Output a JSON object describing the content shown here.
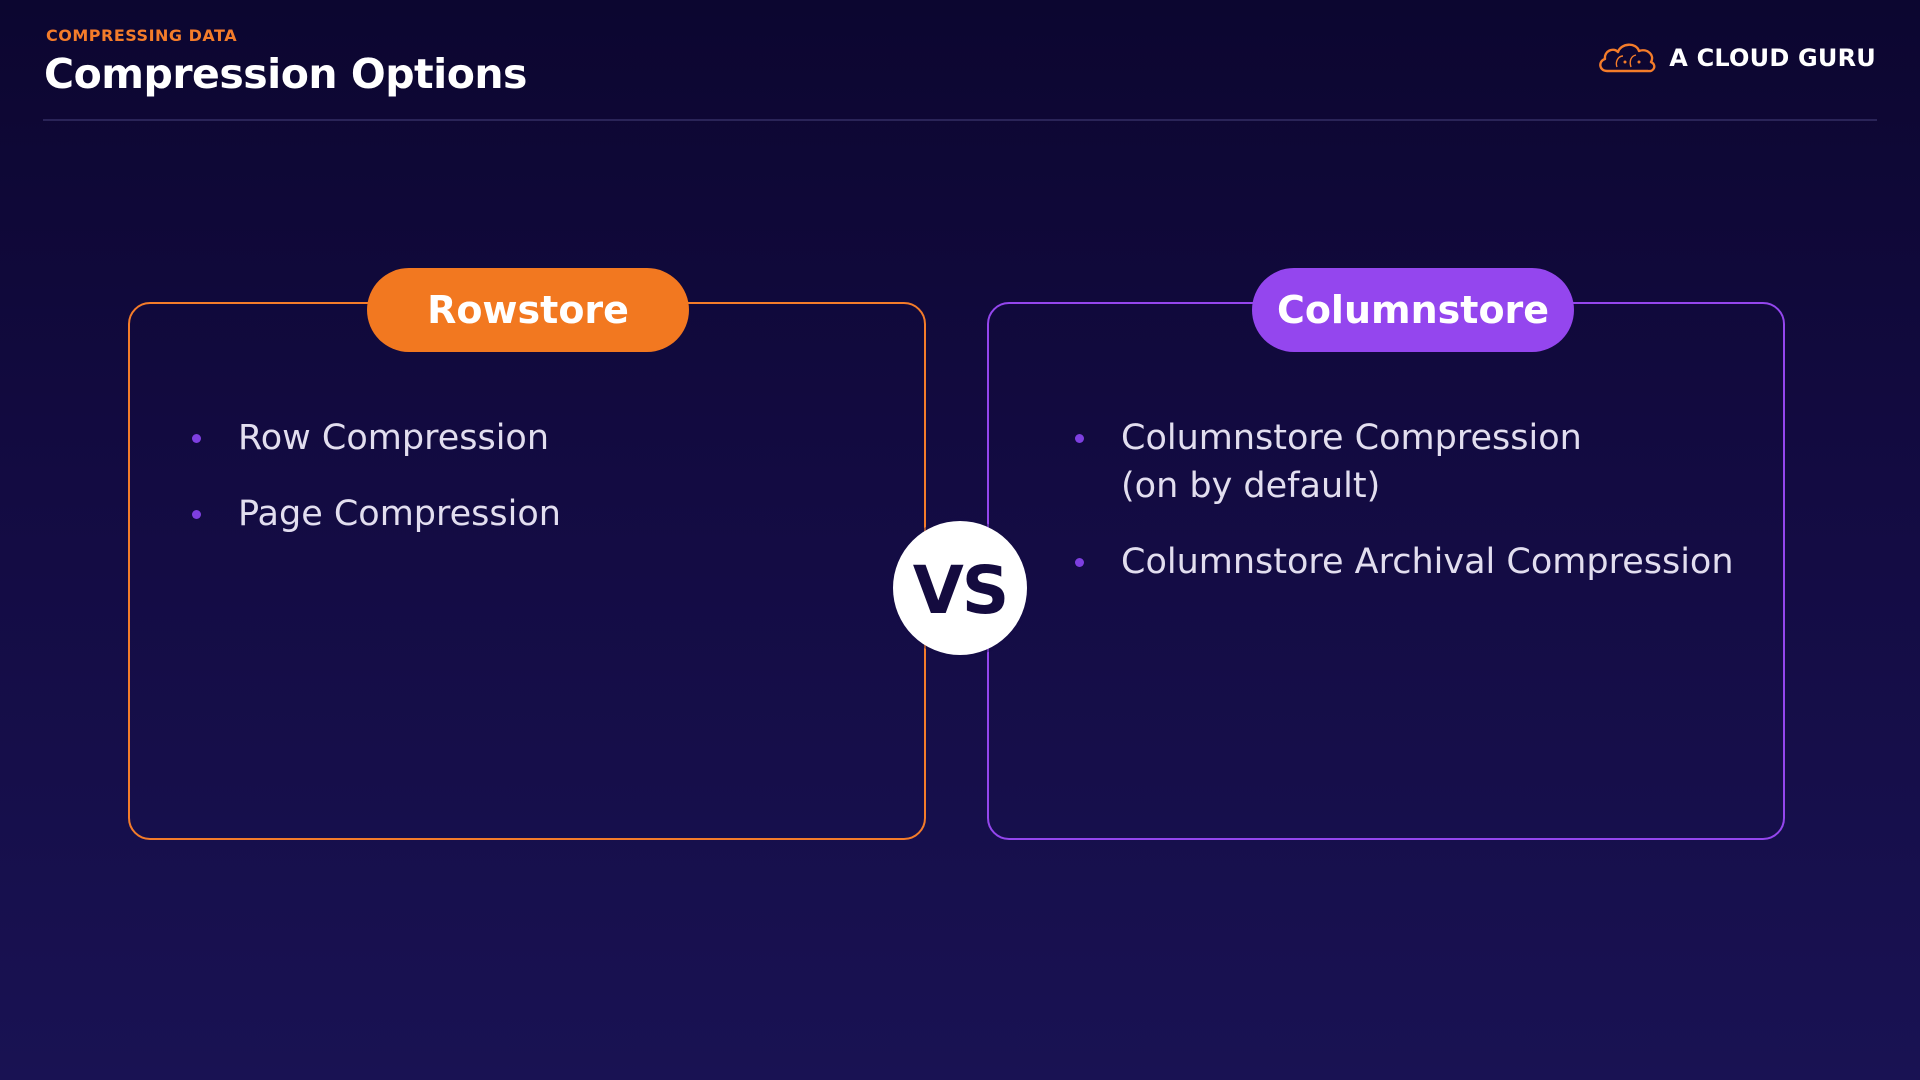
{
  "header": {
    "eyebrow": "COMPRESSING DATA",
    "title": "Compression Options",
    "brand_name": "A CLOUD GURU",
    "brand_icon": "cloud-logo-icon"
  },
  "colors": {
    "accent_orange": "#f27820",
    "accent_purple": "#9446ee",
    "background": "#130b42"
  },
  "left_panel": {
    "label": "Rowstore",
    "items": [
      {
        "lines": [
          "Row Compression"
        ]
      },
      {
        "lines": [
          "Page Compression"
        ]
      }
    ]
  },
  "right_panel": {
    "label": "Columnstore",
    "items": [
      {
        "lines": [
          "Columnstore Compression",
          "(on by default)"
        ]
      },
      {
        "lines": [
          "Columnstore Archival Compression"
        ]
      }
    ]
  },
  "versus": {
    "label": "VS"
  }
}
